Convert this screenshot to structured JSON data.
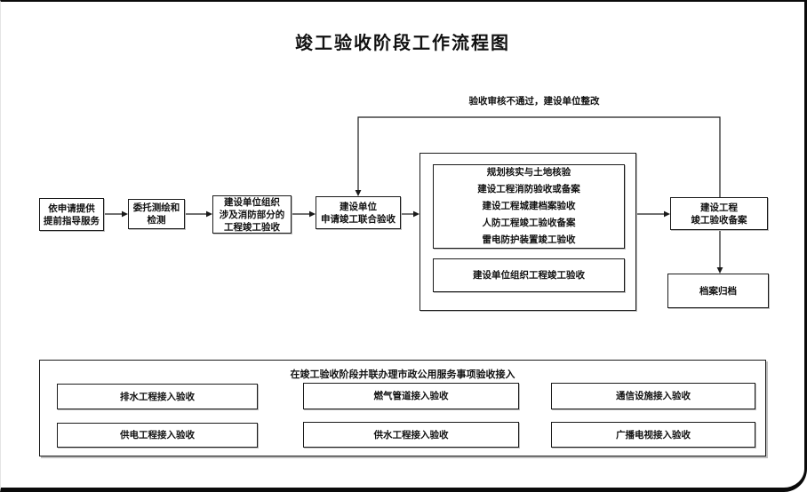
{
  "page": {
    "title": "竣工验收阶段工作流程图"
  },
  "flow": {
    "feedback_label": "验收审核不通过，建设单位整改",
    "nodes": {
      "pre_guidance": "依申请提供\n提前指导服务",
      "survey": "委托测绘和\n检测",
      "fire_part_acceptance": "建设单位组织\n涉及消防部分的\n工程竣工验收",
      "joint_apply": "建设单位\n申请竣工联合验收",
      "parallel_items": "规划核实与土地核验\n建设工程消防验收或备案\n建设工程城建档案验收\n人防工程竣工验收备案\n雷电防护装置竣工验收",
      "org_acceptance": "建设单位组织工程竣工验收",
      "filing": "建设工程\n竣工验收备案",
      "archive": "档案归档"
    }
  },
  "bottom": {
    "title": "在竣工验收阶段并联办理市政公用服务事项验收接入",
    "items": [
      "排水工程接入验收",
      "燃气管道接入验收",
      "通信设施接入验收",
      "供电工程接入验收",
      "供水工程接入验收",
      "广播电视接入验收"
    ]
  },
  "colors": {
    "line": "#1a1a1a",
    "background": "#ffffff",
    "shadow": "#bdbdbd"
  }
}
